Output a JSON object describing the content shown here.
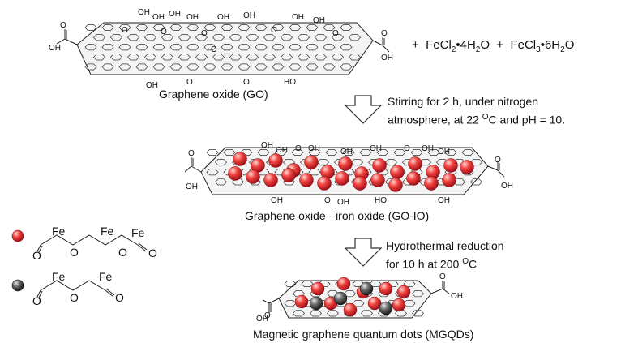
{
  "go": {
    "caption": "Graphene oxide (GO)",
    "group_labels": [
      "OH",
      "OH",
      "OH",
      "OH",
      "OH",
      "OH",
      "OH",
      "OH",
      "O",
      "O",
      "O",
      "O",
      "O",
      "O",
      "O",
      "O",
      "OH",
      "OH",
      "HO",
      "OH",
      "O",
      "O"
    ]
  },
  "reagents": {
    "plus1": "+",
    "fecl2_a": "FeCl",
    "fecl2_sub": "2",
    "fecl2_b": "•4H",
    "fecl2_sub2": "2",
    "fecl2_c": "O",
    "plus2": "+",
    "fecl3_a": "FeCl",
    "fecl3_sub": "3",
    "fecl3_b": "•6H",
    "fecl3_sub2": "2",
    "fecl3_c": "O"
  },
  "step1": {
    "line1": "Stirring for 2 h, under nitrogen",
    "line2a": "atmosphere, at 22 ",
    "line2sup": "O",
    "line2b": "C and pH = 10."
  },
  "goio": {
    "caption": "Graphene oxide - iron oxide (GO-IO)",
    "group_labels": [
      "OH",
      "OH",
      "OH",
      "OH",
      "OH",
      "OH",
      "O",
      "OH",
      "O",
      "OH",
      "OH",
      "O",
      "OH",
      "HO",
      "O",
      "OH",
      "OH",
      "O"
    ]
  },
  "step2": {
    "line1": "Hydrothermal reduction",
    "line2a": "for 10 h at 200 ",
    "line2sup": "O",
    "line2b": "C"
  },
  "mgqd": {
    "caption": "Magnetic graphene quantum dots (MGQDs)",
    "group_labels": [
      "O",
      "OH",
      "O",
      "OH"
    ]
  },
  "legend": {
    "red_labels": [
      "O",
      "Fe",
      "O",
      "Fe",
      "O",
      "Fe",
      "O"
    ],
    "gray_labels": [
      "O",
      "Fe",
      "O",
      "Fe",
      "O"
    ]
  },
  "colors": {
    "red_sphere": "#e8262d",
    "gray_sphere": "#4a4a4a",
    "line": "#222222"
  }
}
